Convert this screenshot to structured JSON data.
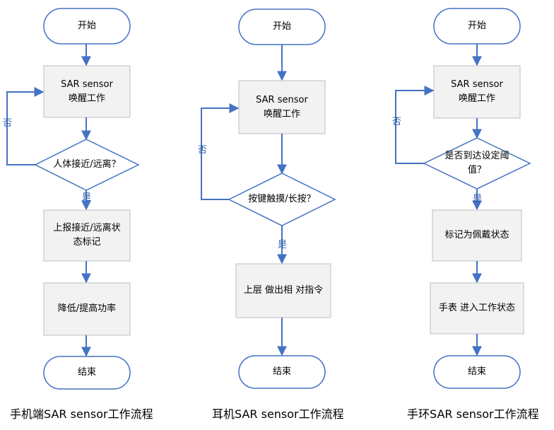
{
  "colors": {
    "stroke": "#4472c4",
    "box_fill": "#f2f2f2",
    "box_stroke": "#bfbfbf",
    "label": "#2e5ea8"
  },
  "flow1": {
    "start": "开始",
    "wake": "SAR sensor\n唤醒工作",
    "decision": "人体接近/远离？",
    "report": "上报接近/远离状\n态标记",
    "adjust": "降低/提高功率",
    "end": "结束",
    "yes": "是",
    "no": "否",
    "caption": "手机端SAR sensor工作流程"
  },
  "flow2": {
    "start": "开始",
    "wake": "SAR sensor\n唤醒工作",
    "decision": "按键触摸/长按？",
    "action": "上层 做出相 对指令",
    "end": "结束",
    "yes": "是",
    "no": "否",
    "caption": "耳机SAR sensor工作流程"
  },
  "flow3": {
    "start": "开始",
    "wake": "SAR sensor\n唤醒工作",
    "decision": "是否到达设定阈\n值？",
    "mark": "标记为佩戴状态",
    "work": "手表 进入工作状态",
    "end": "结束",
    "yes": "是",
    "no": "否",
    "caption": "手环SAR sensor工作流程"
  }
}
